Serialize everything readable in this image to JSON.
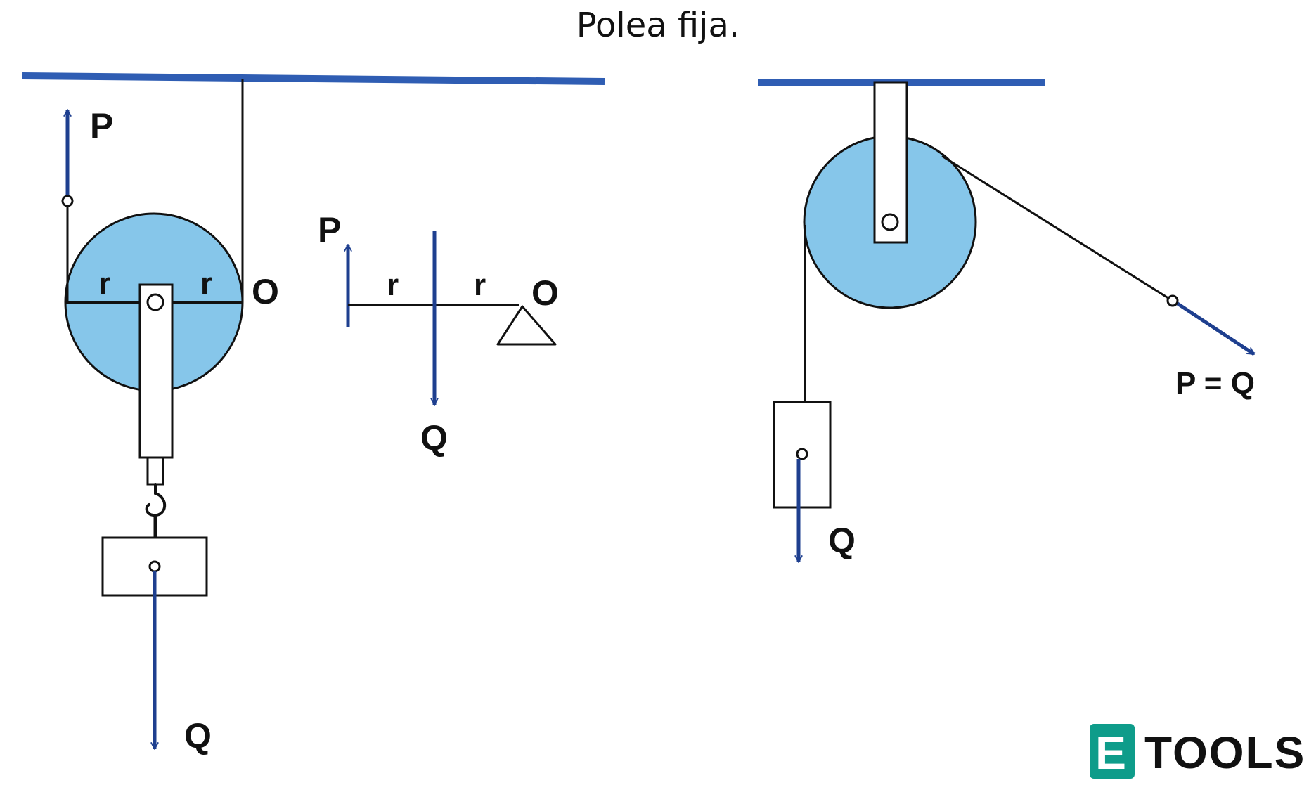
{
  "title": "Polea fija.",
  "colors": {
    "ceiling": "#2f5db3",
    "pulley_fill": "#86c6ea",
    "force_arrow": "#1e3f8f",
    "line": "#111111",
    "logo_green": "#0e9c8a"
  },
  "left_diagram": {
    "force_up_label": "P",
    "radius_label_left": "r",
    "radius_label_right": "r",
    "pivot_label": "O",
    "load_label": "Q"
  },
  "lever_diagram": {
    "force_up_label": "P",
    "radius_label_left": "r",
    "radius_label_right": "r",
    "pivot_label": "O",
    "load_label": "Q"
  },
  "right_diagram": {
    "load_label": "Q",
    "force_label": "P = Q"
  },
  "logo": {
    "glyph": "E",
    "text": "TOOLS"
  }
}
